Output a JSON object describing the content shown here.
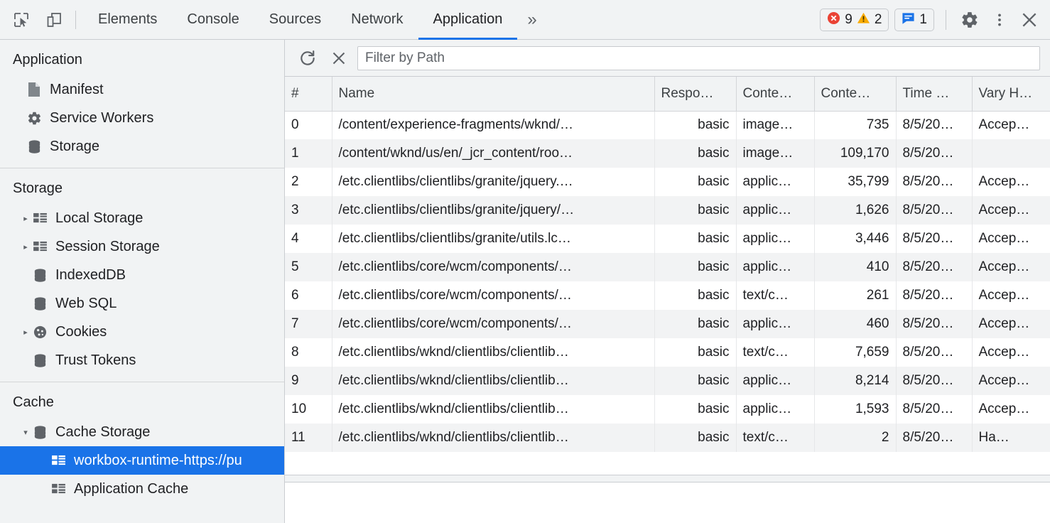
{
  "toolbar": {
    "inspect_icon": "inspect-element-icon",
    "device_icon": "device-toolbar-icon",
    "tabs": [
      {
        "label": "Elements",
        "active": false
      },
      {
        "label": "Console",
        "active": false
      },
      {
        "label": "Sources",
        "active": false
      },
      {
        "label": "Network",
        "active": false
      },
      {
        "label": "Application",
        "active": true
      }
    ],
    "more_tabs_label": "»",
    "error_count": "9",
    "warning_count": "2",
    "message_count": "1",
    "settings_icon": "gear-icon",
    "more_icon": "kebab-menu-icon",
    "close_icon": "close-icon",
    "accent_color": "#1a73e8",
    "error_color": "#ea4335",
    "warning_color": "#f9ab00",
    "message_color": "#1a73e8"
  },
  "sidebar": {
    "sections": [
      {
        "title": "Application",
        "items": [
          {
            "label": "Manifest",
            "icon": "manifest-file-icon",
            "indent": 1,
            "arrow": "",
            "selected": false
          },
          {
            "label": "Service Workers",
            "icon": "gear-icon",
            "indent": 1,
            "arrow": "",
            "selected": false
          },
          {
            "label": "Storage",
            "icon": "database-icon",
            "indent": 1,
            "arrow": "",
            "selected": false
          }
        ]
      },
      {
        "title": "Storage",
        "items": [
          {
            "label": "Local Storage",
            "icon": "table-icon",
            "indent": 1,
            "arrow": "collapsed",
            "selected": false
          },
          {
            "label": "Session Storage",
            "icon": "table-icon",
            "indent": 1,
            "arrow": "collapsed",
            "selected": false
          },
          {
            "label": "IndexedDB",
            "icon": "database-icon",
            "indent": 1,
            "arrow": "",
            "selected": false
          },
          {
            "label": "Web SQL",
            "icon": "database-icon",
            "indent": 1,
            "arrow": "",
            "selected": false
          },
          {
            "label": "Cookies",
            "icon": "cookie-icon",
            "indent": 1,
            "arrow": "collapsed",
            "selected": false
          },
          {
            "label": "Trust Tokens",
            "icon": "database-icon",
            "indent": 1,
            "arrow": "",
            "selected": false
          }
        ]
      },
      {
        "title": "Cache",
        "items": [
          {
            "label": "Cache Storage",
            "icon": "database-icon",
            "indent": 1,
            "arrow": "expanded",
            "selected": false
          },
          {
            "label": "workbox-runtime-https://pu",
            "icon": "table-icon",
            "indent": 2,
            "arrow": "",
            "selected": true
          },
          {
            "label": "Application Cache",
            "icon": "table-icon",
            "indent": 2,
            "arrow": "",
            "selected": false
          }
        ]
      }
    ]
  },
  "main": {
    "refresh_icon": "refresh-icon",
    "delete_icon": "delete-entry-icon",
    "filter_placeholder": "Filter by Path",
    "filter_value": "",
    "columns": [
      {
        "key": "idx",
        "label": "#"
      },
      {
        "key": "name",
        "label": "Name"
      },
      {
        "key": "resp",
        "label": "Respo…"
      },
      {
        "key": "ctype",
        "label": "Conte…"
      },
      {
        "key": "clen",
        "label": "Conte…"
      },
      {
        "key": "time",
        "label": "Time …"
      },
      {
        "key": "vary",
        "label": "Vary H…"
      }
    ],
    "rows": [
      {
        "idx": "0",
        "name": "/content/experience-fragments/wknd/…",
        "resp": "basic",
        "ctype": "image…",
        "clen": "735",
        "time": "8/5/20…",
        "vary": "Accep…"
      },
      {
        "idx": "1",
        "name": "/content/wknd/us/en/_jcr_content/roo…",
        "resp": "basic",
        "ctype": "image…",
        "clen": "109,170",
        "time": "8/5/20…",
        "vary": ""
      },
      {
        "idx": "2",
        "name": "/etc.clientlibs/clientlibs/granite/jquery.…",
        "resp": "basic",
        "ctype": "applic…",
        "clen": "35,799",
        "time": "8/5/20…",
        "vary": "Accep…"
      },
      {
        "idx": "3",
        "name": "/etc.clientlibs/clientlibs/granite/jquery/…",
        "resp": "basic",
        "ctype": "applic…",
        "clen": "1,626",
        "time": "8/5/20…",
        "vary": "Accep…"
      },
      {
        "idx": "4",
        "name": "/etc.clientlibs/clientlibs/granite/utils.lc…",
        "resp": "basic",
        "ctype": "applic…",
        "clen": "3,446",
        "time": "8/5/20…",
        "vary": "Accep…"
      },
      {
        "idx": "5",
        "name": "/etc.clientlibs/core/wcm/components/…",
        "resp": "basic",
        "ctype": "applic…",
        "clen": "410",
        "time": "8/5/20…",
        "vary": "Accep…"
      },
      {
        "idx": "6",
        "name": "/etc.clientlibs/core/wcm/components/…",
        "resp": "basic",
        "ctype": "text/c…",
        "clen": "261",
        "time": "8/5/20…",
        "vary": "Accep…"
      },
      {
        "idx": "7",
        "name": "/etc.clientlibs/core/wcm/components/…",
        "resp": "basic",
        "ctype": "applic…",
        "clen": "460",
        "time": "8/5/20…",
        "vary": "Accep…"
      },
      {
        "idx": "8",
        "name": "/etc.clientlibs/wknd/clientlibs/clientlib…",
        "resp": "basic",
        "ctype": "text/c…",
        "clen": "7,659",
        "time": "8/5/20…",
        "vary": "Accep…"
      },
      {
        "idx": "9",
        "name": "/etc.clientlibs/wknd/clientlibs/clientlib…",
        "resp": "basic",
        "ctype": "applic…",
        "clen": "8,214",
        "time": "8/5/20…",
        "vary": "Accep…"
      },
      {
        "idx": "10",
        "name": "/etc.clientlibs/wknd/clientlibs/clientlib…",
        "resp": "basic",
        "ctype": "applic…",
        "clen": "1,593",
        "time": "8/5/20…",
        "vary": "Accep…"
      },
      {
        "idx": "11",
        "name": "/etc.clientlibs/wknd/clientlibs/clientlib…",
        "resp": "basic",
        "ctype": "text/c…",
        "clen": "2",
        "time": "8/5/20…",
        "vary": "Ha…"
      }
    ]
  }
}
